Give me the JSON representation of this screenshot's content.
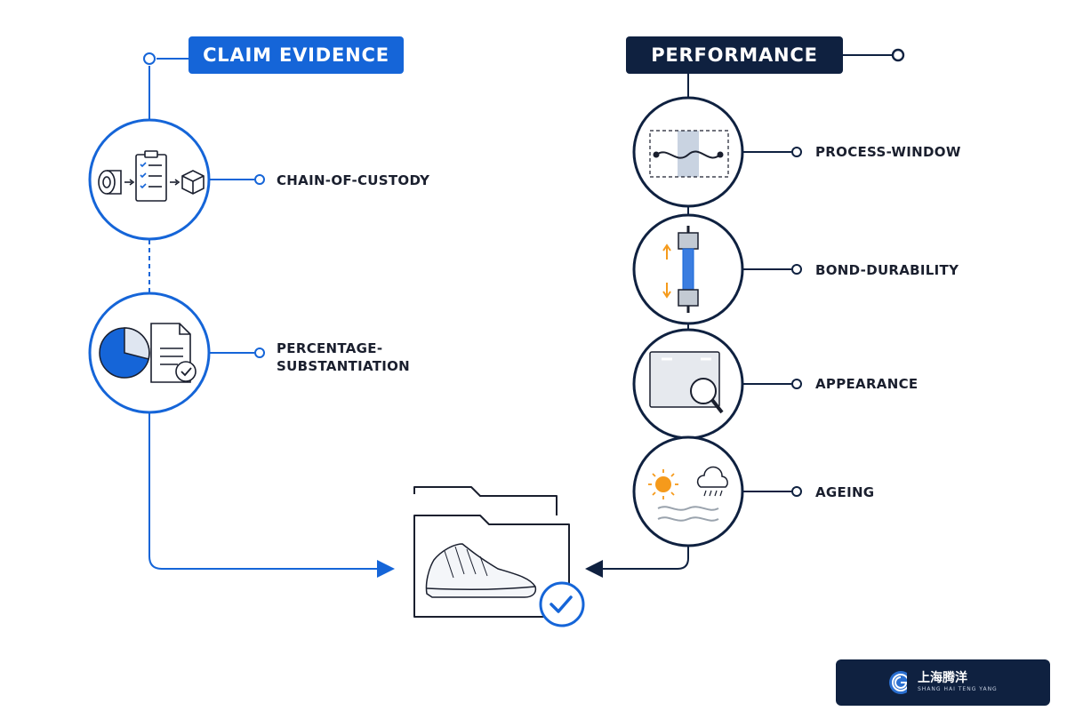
{
  "header_left": {
    "label": "CLAIM EVIDENCE"
  },
  "header_right": {
    "label": "PERFORMANCE"
  },
  "left_nodes": [
    {
      "label": "CHAIN-OF-CUSTODY",
      "icon": "chain-of-custody-icon"
    },
    {
      "label_line1": "PERCENTAGE-",
      "label_line2": "SUBSTANTIATION",
      "icon": "pie-chart-document-icon"
    }
  ],
  "right_nodes": [
    {
      "label": "PROCESS-WINDOW",
      "icon": "process-window-icon"
    },
    {
      "label": "BOND-DURABILITY",
      "icon": "tensile-test-icon"
    },
    {
      "label": "APPEARANCE",
      "icon": "magnifier-icon"
    },
    {
      "label": "AGEING",
      "icon": "weather-ageing-icon"
    }
  ],
  "center": {
    "icon": "shoe-folder-icon",
    "check_icon": "verified-check-icon"
  },
  "badge": {
    "name": "上海腾洋",
    "sub": "SHANG HAI TENG YANG",
    "icon": "brand-logo-icon"
  },
  "colors": {
    "blue": "#1565d8",
    "navy": "#0f2140",
    "orange": "#f59a1b",
    "grey": "#9aa3ad"
  }
}
